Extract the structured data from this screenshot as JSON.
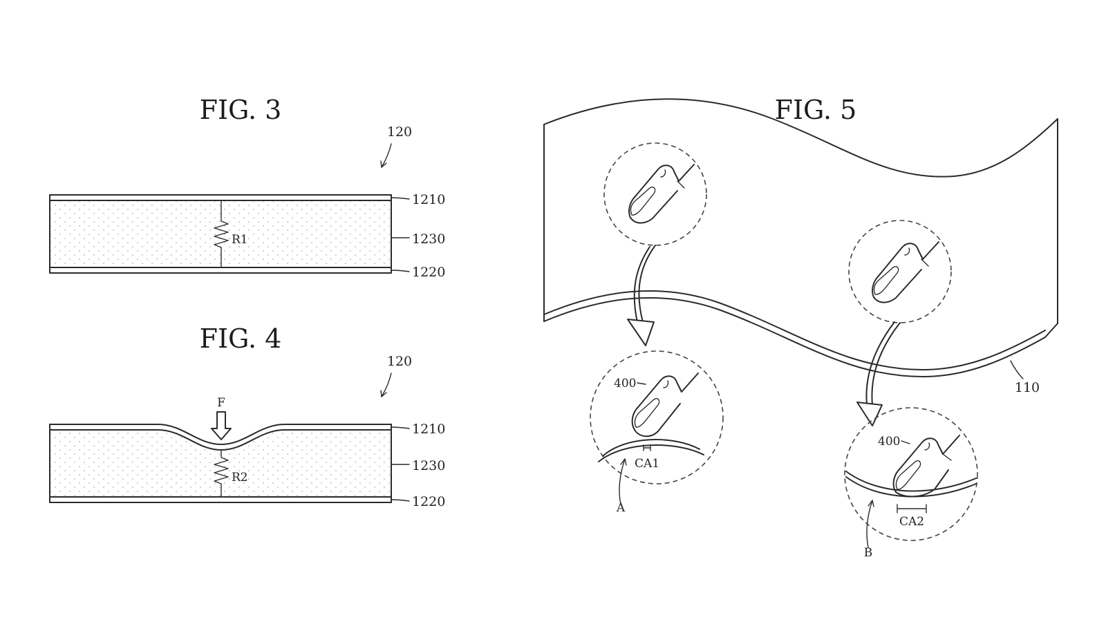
{
  "figures": {
    "fig3": {
      "title": "FIG. 3",
      "assembly_ref": "120",
      "top_layer_ref": "1210",
      "middle_layer_ref": "1230",
      "bottom_layer_ref": "1220",
      "resistor_label": "R1"
    },
    "fig4": {
      "title": "FIG. 4",
      "assembly_ref": "120",
      "top_layer_ref": "1210",
      "middle_layer_ref": "1230",
      "bottom_layer_ref": "1220",
      "resistor_label": "R2",
      "force_label": "F"
    },
    "fig5": {
      "title": "FIG. 5",
      "panel_ref": "110",
      "finger_ref_a": "400",
      "finger_ref_b": "400",
      "contact_area_a": "CA1",
      "contact_area_b": "CA2",
      "detail_a_label": "A",
      "detail_b_label": "B"
    }
  },
  "colors": {
    "ink": "#2a2a2a",
    "background": "#ffffff"
  }
}
